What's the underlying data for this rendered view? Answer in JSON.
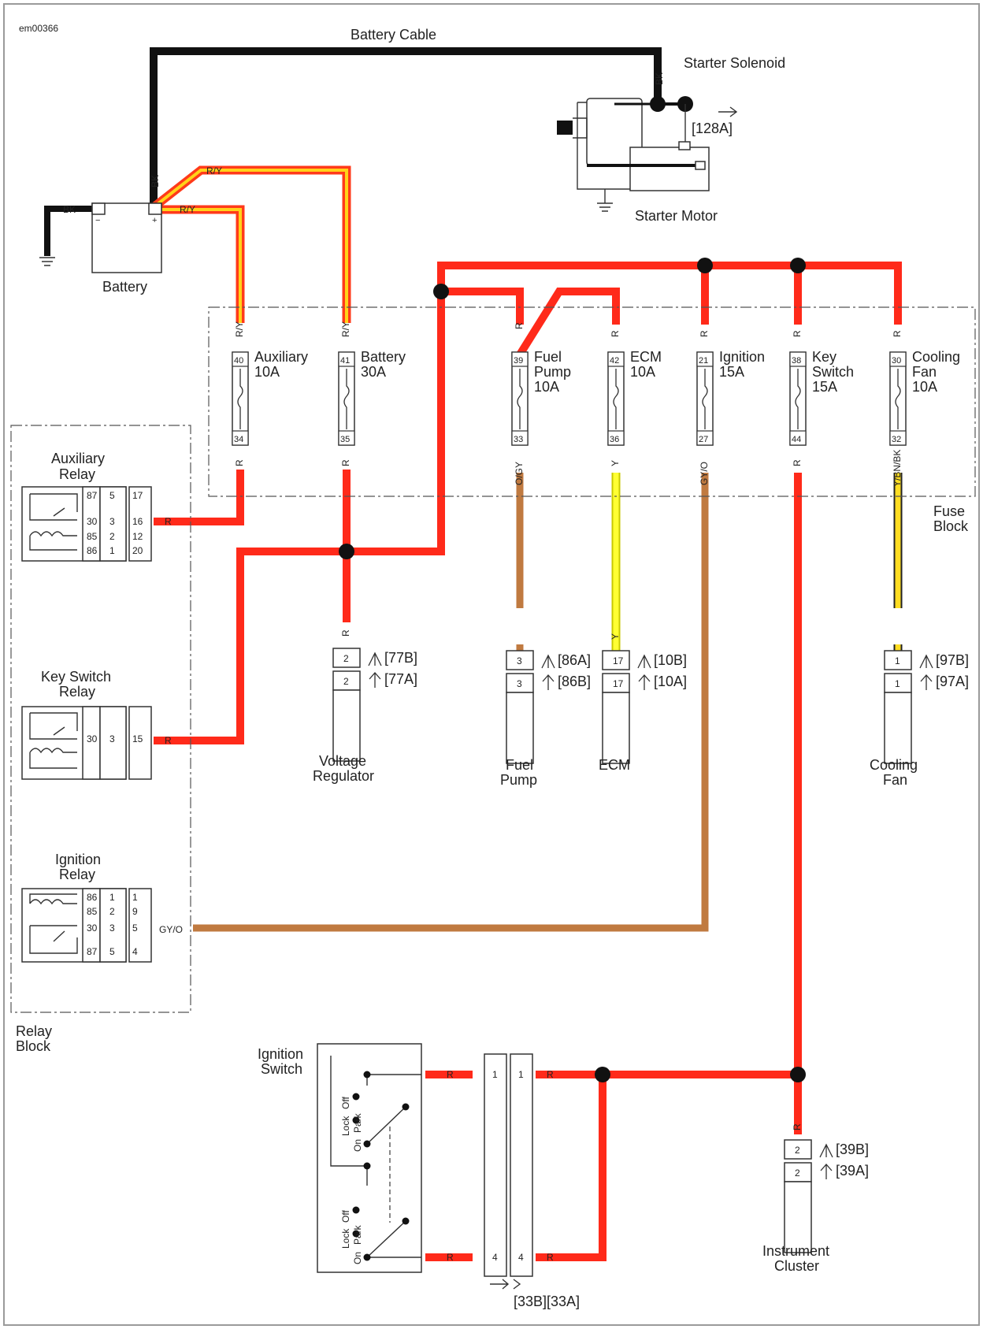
{
  "diagram_id": "em00366",
  "colors": {
    "red": "#ff2a1a",
    "black": "#111111",
    "tan": "#c07a40",
    "yellow": "#ffff33",
    "ry_outer": "#ff3a1a",
    "ry_inner": "#ffd21a"
  },
  "labels": {
    "battery_cable": "Battery Cable",
    "starter_solenoid": "Starter Solenoid",
    "starter_motor": "Starter Motor",
    "ref_128a": "[128A]",
    "battery": "Battery",
    "bk": "BK",
    "ry": "R/Y",
    "r": "R",
    "y": "Y",
    "gyo": "GY/O",
    "ogyo": "O/GY",
    "ybnbk": "Y/BN/BK",
    "fuse_block": "Fuse Block",
    "relay_block": "Relay Block",
    "ignition_switch": "Ignition Switch",
    "instrument_cluster": "Instrument Cluster",
    "voltage_regulator": "Voltage Regulator",
    "fuel_pump": "Fuel Pump",
    "ecm": "ECM",
    "cooling_fan": "Cooling Fan",
    "lock": "Lock",
    "off": "Off",
    "on": "On",
    "park": "Park",
    "ref_33": "[33B][33A]"
  },
  "fuses": [
    {
      "name": "Auxiliary",
      "rating": "10A",
      "in_pin": "40",
      "out_pin": "34"
    },
    {
      "name": "Battery",
      "rating": "30A",
      "in_pin": "41",
      "out_pin": "35"
    },
    {
      "name": "Fuel Pump",
      "rating": "10A",
      "in_pin": "39",
      "out_pin": "33"
    },
    {
      "name": "ECM",
      "rating": "10A",
      "in_pin": "42",
      "out_pin": "36"
    },
    {
      "name": "Ignition",
      "rating": "15A",
      "in_pin": "21",
      "out_pin": "27"
    },
    {
      "name": "Key Switch",
      "rating": "15A",
      "in_pin": "38",
      "out_pin": "44"
    },
    {
      "name": "Cooling Fan",
      "rating": "10A",
      "in_pin": "30",
      "out_pin": "32"
    }
  ],
  "relays": [
    {
      "name": "Auxiliary Relay",
      "inner": [
        "87",
        "30",
        "85",
        "86"
      ],
      "mid": [
        "5",
        "3",
        "2",
        "1"
      ],
      "outer": [
        "17",
        "16",
        "12",
        "20"
      ]
    },
    {
      "name": "Key Switch Relay",
      "inner": [
        "30"
      ],
      "mid": [
        "3"
      ],
      "outer": [
        "15"
      ]
    },
    {
      "name": "Ignition Relay",
      "inner": [
        "86",
        "85",
        "30",
        "87"
      ],
      "mid": [
        "1",
        "2",
        "3",
        "5"
      ],
      "outer": [
        "1",
        "9",
        "5",
        "4"
      ]
    }
  ],
  "connectors": [
    {
      "pin": "2",
      "ref_b": "[77B]",
      "ref_a": "[77A]"
    },
    {
      "pin": "3",
      "ref_b": "[86A]",
      "ref_a": "[86B]"
    },
    {
      "pin": "17",
      "ref_b": "[10B]",
      "ref_a": "[10A]"
    },
    {
      "pin": "1",
      "ref_b": "[97B]",
      "ref_a": "[97A]"
    },
    {
      "pin": "2",
      "ref_b": "[39B]",
      "ref_a": "[39A]"
    }
  ],
  "switch_pins": [
    "1",
    "4"
  ]
}
